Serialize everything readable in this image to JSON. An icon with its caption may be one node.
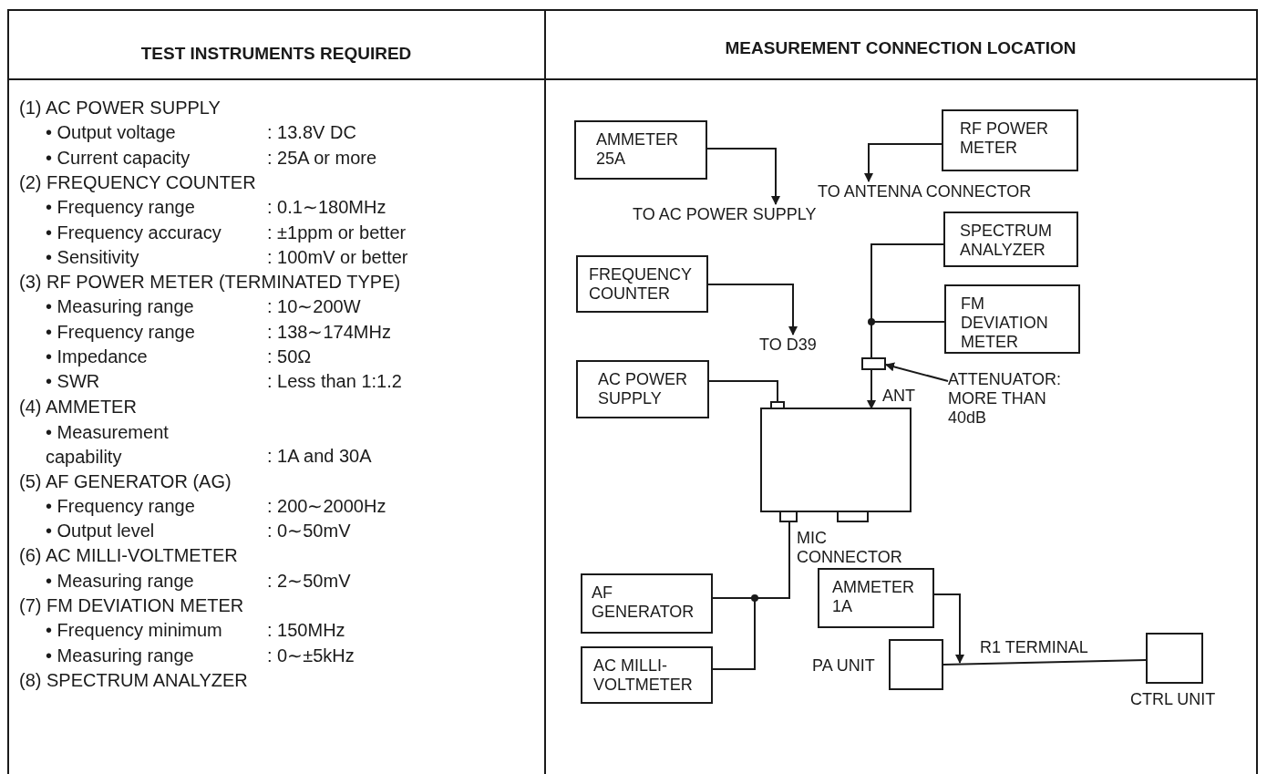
{
  "diagram": {
    "nodes": [
      {
        "text": [
          "AMMETER 25A"
        ]
      },
      {
        "text": [
          "RF POWER METER"
        ]
      },
      {
        "text": [
          "TO ANTENNA CONNECTOR"
        ]
      },
      {
        "text": [
          "TO AC POWER SUPPLY"
        ]
      },
      {
        "text": [
          "SPECTRUM ANALYZER"
        ]
      },
      {
        "text": [
          "FREQUENCY COUNTER"
        ]
      },
      {
        "text": [
          "FM DEVIATION METER"
        ]
      },
      {
        "text": [
          "TO D39"
        ]
      },
      {
        "text": [],
        "shape": "box"
      },
      {
        "text": [
          "ATTENUATOR: MORE THAN 40dB"
        ]
      },
      {
        "text": [
          "AC POWER SUPPLY"
        ]
      },
      {
        "text": [],
        "shape": "box",
        "beside": [
          "MIC CONNECTOR"
        ]
      },
      {
        "text": [
          "AF GENERATOR"
        ]
      },
      {
        "text": [
          "AMMETER 1A"
        ]
      },
      {
        "text": [
          "AC MILLI-VOLTMETER"
        ]
      },
      {
        "text": [
          "PA UNIT"
        ]
      },
      {
        "text": [
          "CTRL UNIT"
        ]
      }
    ],
    "edges": [
      {
        "from": 0,
        "to": 3,
        "arrow": "to"
      },
      {
        "from": 1,
        "to": 2,
        "arrow": "to"
      },
      {
        "from": 5,
        "to": 7,
        "arrow": "to"
      },
      {
        "from": 4,
        "to": 8,
        "arrow": "none"
      },
      {
        "from": 6,
        "to": 8,
        "arrow": "none"
      },
      {
        "from": 9,
        "to": 8,
        "arrow": "to"
      },
      {
        "from": 8,
        "to": 11,
        "arrow": "to",
        "label": "ANT"
      },
      {
        "from": 10,
        "to": 11,
        "arrow": "none"
      },
      {
        "from": 12,
        "to": 11,
        "arrow": "none"
      },
      {
        "from": 14,
        "to": 11,
        "arrow": "none"
      },
      {
        "from": 13,
        "to": 15,
        "arrow": "to"
      },
      {
        "from": 15,
        "to": 16,
        "arrow": "none",
        "label": "R1 TERMINAL"
      }
    ],
    "labels": [
      "TEST INSTRUMENTS REQUIRED",
      "MEASUREMENT CONNECTION LOCATION",
      "(1) AC POWER SUPPLY",
      "• Output voltage",
      ": 13.8V DC",
      "• Current capacity",
      ": 25A or more",
      "(2) FREQUENCY COUNTER",
      "• Frequency range",
      ": 0.1∼180MHz",
      "• Frequency accuracy",
      ": ±1ppm or better",
      "• Sensitivity",
      ": 100mV or better",
      "(3) RF POWER METER (TERMINATED TYPE)",
      "• Measuring range",
      ": 10∼200W",
      "• Frequency range",
      ": 138∼174MHz",
      "• Impedance",
      ": 50Ω",
      "• SWR",
      ": Less than 1:1.2",
      "(4) AMMETER",
      "• Measurement capability",
      ": 1A and 30A",
      "(5) AF GENERATOR (AG)",
      "• Frequency range",
      ": 200∼2000Hz",
      "• Output level",
      ": 0∼50mV",
      "(6) AC MILLI-VOLTMETER",
      "• Measuring range",
      ": 2∼50mV",
      "(7) FM DEVIATION METER",
      "• Frequency minimum",
      ": 150MHz",
      "• Measuring range",
      ": 0∼±5kHz",
      "(8) SPECTRUM ANALYZER"
    ]
  }
}
